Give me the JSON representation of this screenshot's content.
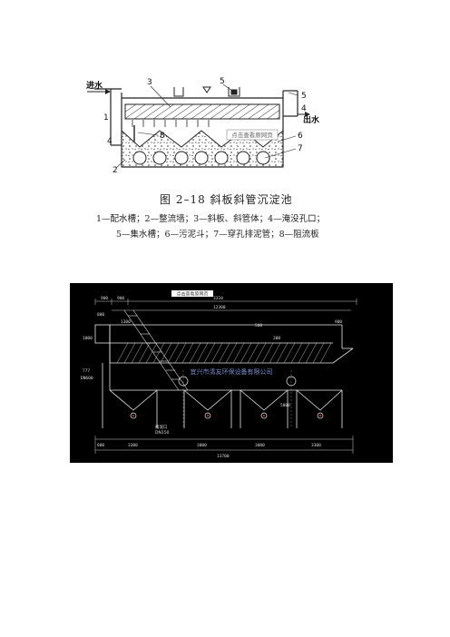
{
  "figure1": {
    "labels": {
      "inlet": "进水",
      "outlet": "出水",
      "n1": "1",
      "n2": "2",
      "n3": "3",
      "n4a": "4",
      "n4b": "4",
      "n5a": "5",
      "n5b": "5",
      "n6": "6",
      "n7": "7",
      "n8": "8"
    },
    "watermark": "点击查看原网页",
    "caption_title": "图 2–18  斜板斜管沉淀池",
    "legend_line1": "1—配水槽；2—整流墙；3—斜板、斜管体；4—淹没孔口；",
    "legend_line2": "5—集水槽；6—污泥斗；7—穿孔排泥管；8—阻流板"
  },
  "figure2": {
    "top_tag": "点击查看原网页",
    "company": "宜兴市清友环保设备有限公司",
    "dims": {
      "d900": "900",
      "d900b": "900",
      "d3310": "3310",
      "d12300": "12300",
      "d1300": "1300",
      "d500": "500",
      "d1000": "1000",
      "d900c": "900",
      "d800": "800",
      "d300": "300",
      "d777": "777",
      "dn600": "DN600",
      "pipe_label": "排泥口",
      "dn150": "DN150",
      "b800": "800",
      "b3300": "3300",
      "b3000": "3000",
      "b3000b": "3000",
      "b3300b": "3300",
      "total": "13700",
      "slope": "5000"
    }
  }
}
